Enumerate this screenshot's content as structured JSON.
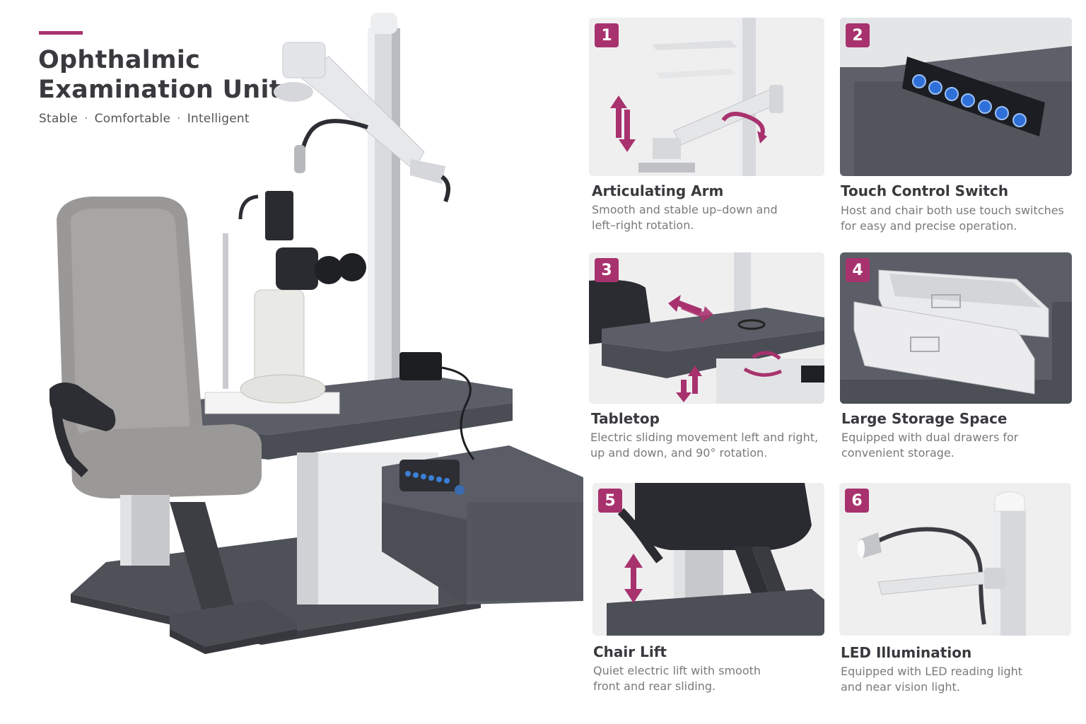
{
  "header": {
    "title_line1": "Ophthalmic",
    "title_line2": "Examination Unit",
    "subtitle_1": "Stable",
    "subtitle_sep": "·",
    "subtitle_2": "Comfortable",
    "subtitle_3": "Intelligent"
  },
  "colors": {
    "accent": "#a8326e",
    "dark_gray": "#5b5e66",
    "title_text": "#3a3a3e",
    "body_text": "#7a7a7e"
  },
  "features": [
    {
      "number": "1",
      "title": "Articulating Arm",
      "desc_line1": "Smooth and stable up–down and",
      "desc_line2": "left–right rotation."
    },
    {
      "number": "2",
      "title": "Touch Control Switch",
      "desc_line1": "Host and chair both use touch switches",
      "desc_line2": "for easy and precise operation."
    },
    {
      "number": "3",
      "title": "Tabletop",
      "desc_line1": "Electric sliding movement left and right,",
      "desc_line2": "up and down, and 90° rotation."
    },
    {
      "number": "4",
      "title": "Large Storage Space",
      "desc_line1": "Equipped with dual drawers for",
      "desc_line2": "convenient storage."
    },
    {
      "number": "5",
      "title": "Chair Lift",
      "desc_line1": "Quiet electric lift with smooth",
      "desc_line2": "front and rear sliding."
    },
    {
      "number": "6",
      "title": "LED Illumination",
      "desc_line1": "Equipped with LED reading light",
      "desc_line2": "and near vision light."
    }
  ]
}
